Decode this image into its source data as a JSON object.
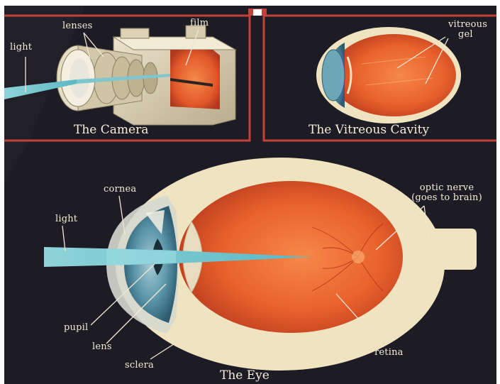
{
  "colors": {
    "background": "#1d1b24",
    "frame": "#c4403a",
    "label_text": "#f3ecd8",
    "leader_lines": "#efe7d2",
    "light_beam": "#6fc5cf",
    "vitreous_orange": "#e8612c",
    "sclera_cream": "#efe3c0",
    "iris_blue": "#4c8ca2"
  },
  "panels": {
    "camera": {
      "title": "The Camera",
      "labels": {
        "light": "light",
        "lenses": "lenses",
        "film": "film"
      }
    },
    "vitreous": {
      "title": "The Vitreous Cavity",
      "labels": {
        "vitreous_line1": "vitreous",
        "vitreous_line2": "gel"
      }
    },
    "eye": {
      "title": "The Eye",
      "labels": {
        "cornea": "cornea",
        "light": "light",
        "optic_line1": "optic nerve",
        "optic_line2": "(goes to brain)",
        "pupil": "pupil",
        "lens": "lens",
        "sclera": "sclera",
        "retina": "retina"
      }
    }
  }
}
